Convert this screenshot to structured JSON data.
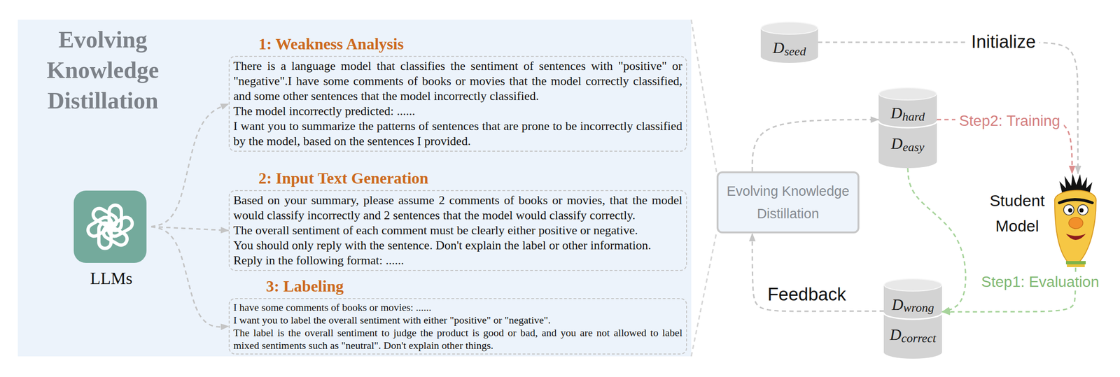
{
  "diagram": {
    "nodes": [
      {
        "text": [
          "Evolving Knowledge Distillation"
        ]
      },
      {
        "text": [
          "LLMs"
        ],
        "in": 0
      },
      {
        "text": [
          "1: Weakness Analysis",
          "There is a language model that classifies the sentiment of sentences with \"positive\" or \"negative\".I have some comments of books or movies that the model correctly classified, and some other sentences that the model incorrectly classified.",
          "The model incorrectly predicted: ......",
          "I want you to summarize the patterns of sentences that are prone to be incorrectly classified by the model, based on the sentences I provided."
        ],
        "in": 0
      },
      {
        "text": [
          "2: Input Text Generation",
          "Based on your summary, please assume 2 comments of books or movies, that the model would classify incorrectly and 2 sentences that the model would classify correctly.",
          "The overall sentiment of each comment must be clearly either positive or negative.",
          "You should only reply with the sentence. Don't explain the label or other information.",
          "Reply in the following format: ......"
        ],
        "in": 0
      },
      {
        "text": [
          "3: Labeling",
          "I have some comments of books or movies: ......",
          "I want you to label the overall sentiment with either \"positive\" or \"negative\".",
          "The label is the overall sentiment to judge the product is good or bad, and you are not allowed to label mixed sentiments such as \"neutral\". Don't explain other things."
        ],
        "in": 0
      },
      {
        "text": [
          "D",
          "seed"
        ]
      },
      {
        "text": [
          "D",
          "hard"
        ]
      },
      {
        "text": [
          "D",
          "easy"
        ]
      },
      {
        "text": [
          "Evolving Knowledge Distillation"
        ]
      },
      {
        "text": [
          "Student Model"
        ]
      },
      {
        "text": [
          "D",
          "wrong"
        ]
      },
      {
        "text": [
          "D",
          "correct"
        ]
      }
    ],
    "edges": [
      {
        "from": 1,
        "to": 2,
        "arrow": "to"
      },
      {
        "from": 1,
        "to": 3,
        "arrow": "to"
      },
      {
        "from": 1,
        "to": 4,
        "arrow": "to"
      },
      {
        "from": 0,
        "to": 8,
        "arrow": "none"
      },
      {
        "from": 0,
        "to": 8,
        "arrow": "none"
      },
      {
        "from": 5,
        "to": 9,
        "label": "Initialize",
        "arrow": "to"
      },
      {
        "from": 6,
        "to": 9,
        "label": "Step2: Training",
        "arrow": "to"
      },
      {
        "from": 9,
        "to": 10,
        "label": "Step1: Evaluation",
        "arrow": "to"
      },
      {
        "from": 7,
        "to": 10,
        "arrow": "to"
      },
      {
        "from": 10,
        "to": 8,
        "label": "Feedback",
        "arrow": "to"
      },
      {
        "from": 8,
        "to": 6,
        "arrow": "to"
      }
    ]
  }
}
